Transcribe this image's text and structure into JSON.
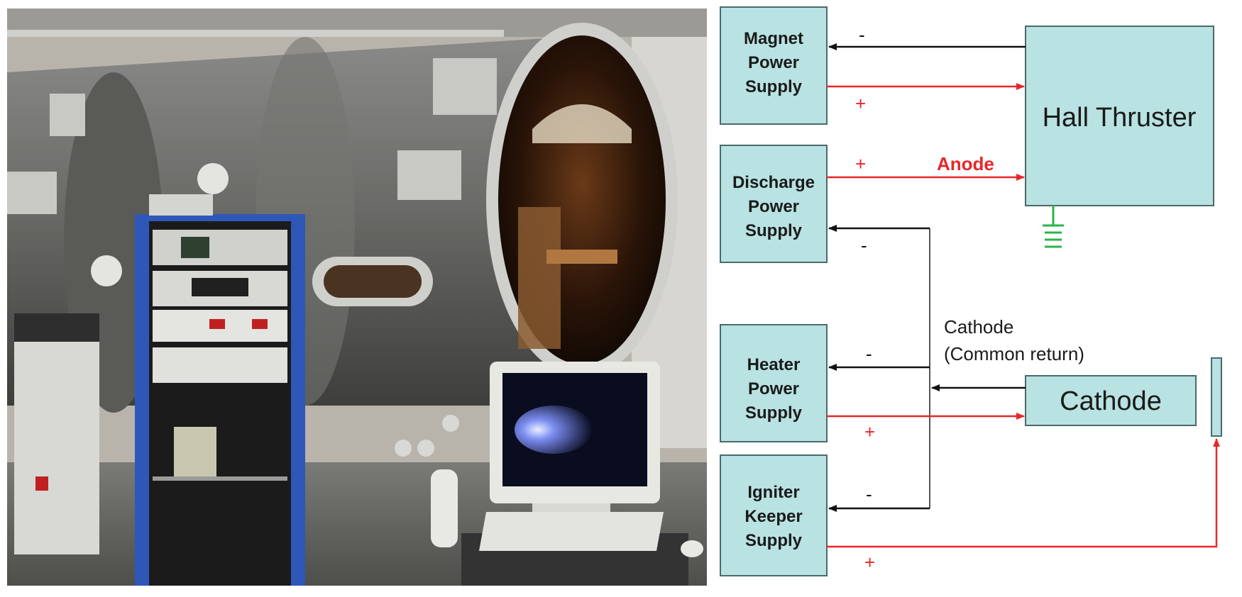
{
  "photo": {
    "description_icon": "vacuum-chamber-photo"
  },
  "diagram": {
    "boxes": {
      "magnet": [
        "Magnet",
        "Power",
        "Supply"
      ],
      "discharge": [
        "Discharge",
        "Power",
        "Supply"
      ],
      "heater": [
        "Heater",
        "Power",
        "Supply"
      ],
      "igniter": [
        "Igniter",
        "Keeper",
        "Supply"
      ],
      "hall_thruster": "Hall Thruster",
      "cathode_box": "Cathode"
    },
    "labels": {
      "anode": "Anode",
      "cathode_line1": "Cathode",
      "cathode_line2": "(Common return)",
      "plus": "+",
      "minus": "-"
    },
    "colors": {
      "box_fill": "#b9e2e2",
      "box_stroke": "#4a6a6a",
      "positive": "#e8262a",
      "negative": "#111111",
      "return": "#555555",
      "ground": "#2db34a"
    }
  }
}
